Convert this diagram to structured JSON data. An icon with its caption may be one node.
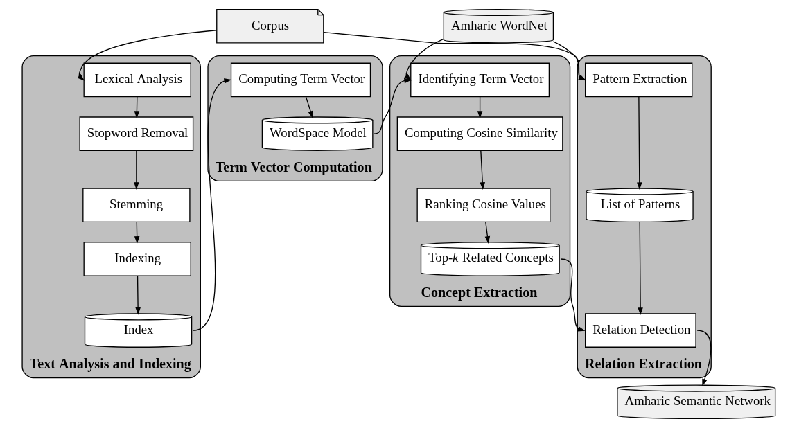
{
  "diagram": {
    "nodes": [
      {
        "text": [
          "Corpus"
        ]
      },
      {
        "text": [
          "Amharic WordNet"
        ]
      },
      {
        "text": [
          "Text Analysis and Indexing"
        ]
      },
      {
        "text": [
          "Lexical Analysis"
        ],
        "in": 2
      },
      {
        "text": [
          "Stopword Removal"
        ],
        "in": 2
      },
      {
        "text": [
          "Stemming"
        ],
        "in": 2
      },
      {
        "text": [
          "Indexing"
        ],
        "in": 2
      },
      {
        "text": [
          "Index"
        ],
        "in": 2
      },
      {
        "text": [
          "Term Vector Computation"
        ]
      },
      {
        "text": [
          "Computing Term Vector"
        ],
        "in": 8
      },
      {
        "text": [
          "WordSpace Model"
        ],
        "in": 8
      },
      {
        "text": [
          "Concept Extraction"
        ]
      },
      {
        "text": [
          "Identifying Term Vector"
        ],
        "in": 11
      },
      {
        "text": [
          "Computing Cosine Similarity"
        ],
        "in": 11
      },
      {
        "text": [
          "Ranking Cosine Values"
        ],
        "in": 11
      },
      {
        "text": [
          "Top-*k* Related Concepts"
        ],
        "in": 11
      },
      {
        "text": [
          "Relation Extraction"
        ]
      },
      {
        "text": [
          "Pattern Extraction"
        ],
        "in": 16
      },
      {
        "text": [
          "List of Patterns"
        ],
        "in": 16
      },
      {
        "text": [
          "Relation Detection"
        ],
        "in": 16
      },
      {
        "text": [
          "Amharic Semantic Network"
        ]
      }
    ],
    "edges": [
      {
        "from": 0,
        "to": 3,
        "arrow": "to"
      },
      {
        "from": 0,
        "to": 17,
        "arrow": "to"
      },
      {
        "from": 1,
        "to": 12,
        "arrow": "to"
      },
      {
        "from": 1,
        "to": 17,
        "arrow": "to"
      },
      {
        "from": 3,
        "to": 4,
        "arrow": "to"
      },
      {
        "from": 4,
        "to": 5,
        "arrow": "to"
      },
      {
        "from": 5,
        "to": 6,
        "arrow": "to"
      },
      {
        "from": 6,
        "to": 7,
        "arrow": "to"
      },
      {
        "from": 7,
        "to": 9,
        "arrow": "to"
      },
      {
        "from": 9,
        "to": 10,
        "arrow": "to"
      },
      {
        "from": 10,
        "to": 12,
        "arrow": "to"
      },
      {
        "from": 12,
        "to": 13,
        "arrow": "to"
      },
      {
        "from": 13,
        "to": 14,
        "arrow": "to"
      },
      {
        "from": 14,
        "to": 15,
        "arrow": "to"
      },
      {
        "from": 15,
        "to": 19,
        "arrow": "to"
      },
      {
        "from": 17,
        "to": 18,
        "arrow": "to"
      },
      {
        "from": 18,
        "to": 19,
        "arrow": "to"
      },
      {
        "from": 19,
        "to": 20,
        "arrow": "to"
      }
    ]
  }
}
